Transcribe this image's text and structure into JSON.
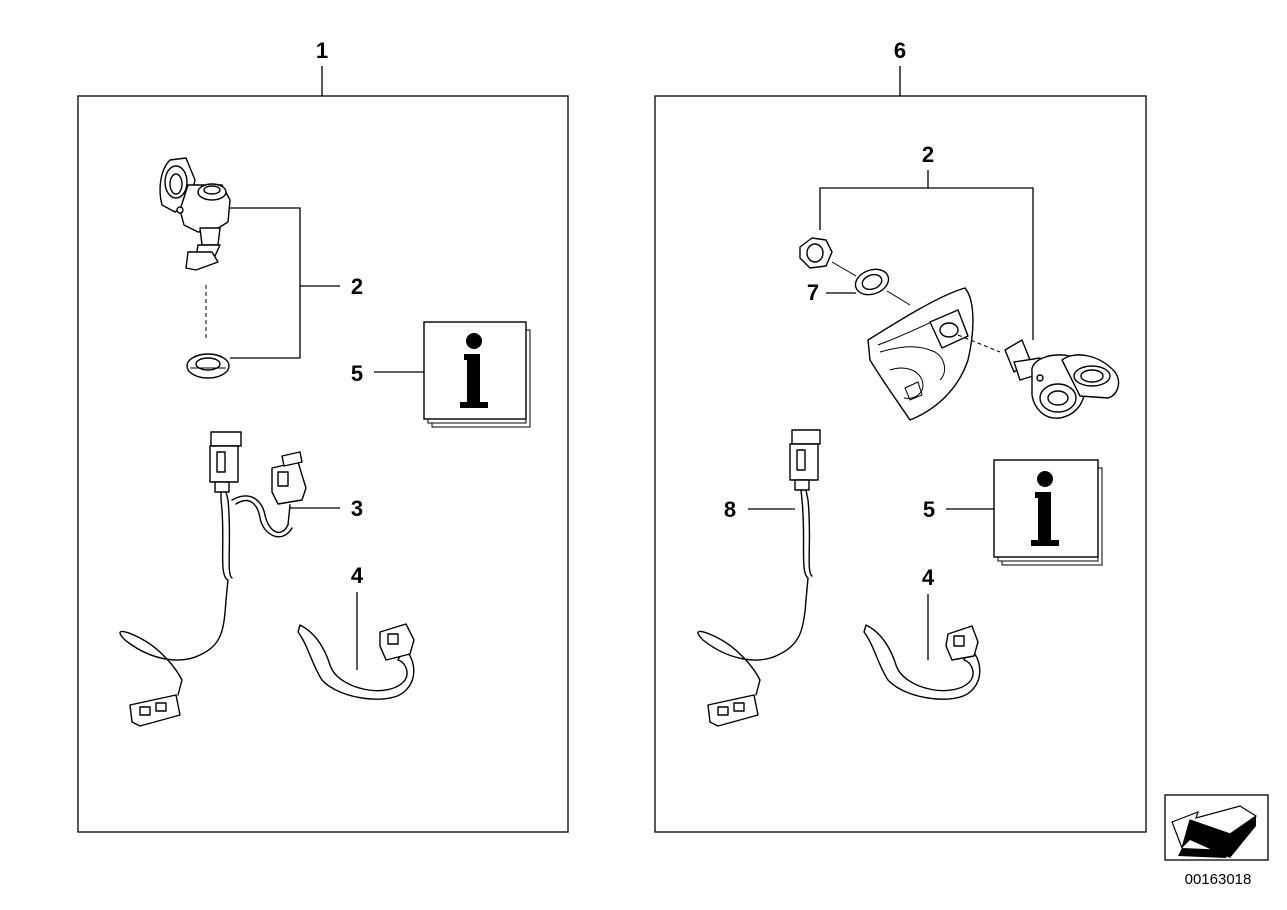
{
  "panels": [
    {
      "label": "1",
      "callouts": [
        "2",
        "5",
        "3",
        "4"
      ]
    },
    {
      "label": "6",
      "callouts": [
        "2",
        "7",
        "8",
        "5",
        "4"
      ]
    }
  ],
  "info_symbol": "i",
  "document_number": "00163018"
}
